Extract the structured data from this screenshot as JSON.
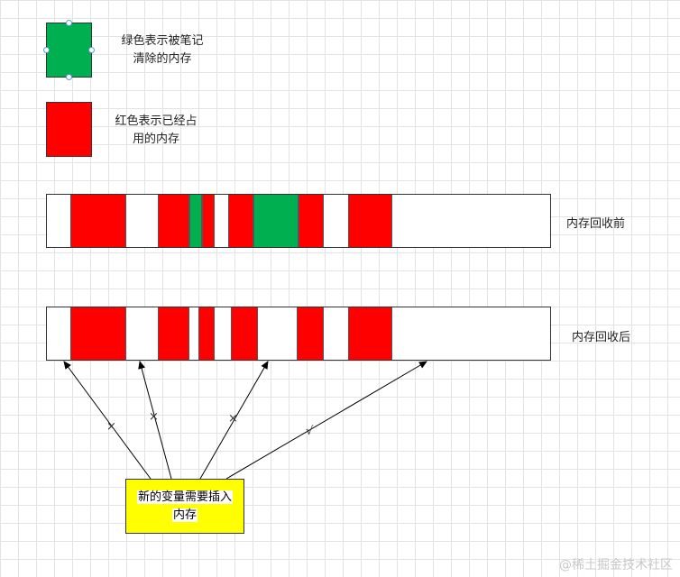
{
  "legend": {
    "green": {
      "color": "#00b050",
      "text_line1": "绿色表示被笔记",
      "text_line2": "清除的内存"
    },
    "red": {
      "color": "#ff0000",
      "text_line1": "红色表示已经占",
      "text_line2": "用的内存"
    }
  },
  "bars": {
    "before": {
      "label": "内存回收前",
      "segments": [
        {
          "start": 26,
          "end": 88,
          "color": "#ff0000"
        },
        {
          "start": 123,
          "end": 158,
          "color": "#ff0000"
        },
        {
          "start": 158,
          "end": 172,
          "color": "#00b050"
        },
        {
          "start": 172,
          "end": 186,
          "color": "#ff0000"
        },
        {
          "start": 201,
          "end": 229,
          "color": "#ff0000"
        },
        {
          "start": 229,
          "end": 279,
          "color": "#00b050"
        },
        {
          "start": 279,
          "end": 307,
          "color": "#ff0000"
        },
        {
          "start": 334,
          "end": 383,
          "color": "#ff0000"
        }
      ]
    },
    "after": {
      "label": "内存回收后",
      "segments": [
        {
          "start": 26,
          "end": 88,
          "color": "#ff0000"
        },
        {
          "start": 123,
          "end": 158,
          "color": "#ff0000"
        },
        {
          "start": 168,
          "end": 186,
          "color": "#ff0000"
        },
        {
          "start": 204,
          "end": 234,
          "color": "#ff0000"
        },
        {
          "start": 277,
          "end": 307,
          "color": "#ff0000"
        },
        {
          "start": 334,
          "end": 383,
          "color": "#ff0000"
        }
      ]
    }
  },
  "arrows": {
    "mark1": "×",
    "mark2": "×",
    "mark3": "×",
    "mark4": "√"
  },
  "new_variable": {
    "line1": "新的变量需要插入",
    "line2": "内存",
    "color": "#ffff00"
  },
  "watermark": "@稀土掘金技术社区"
}
